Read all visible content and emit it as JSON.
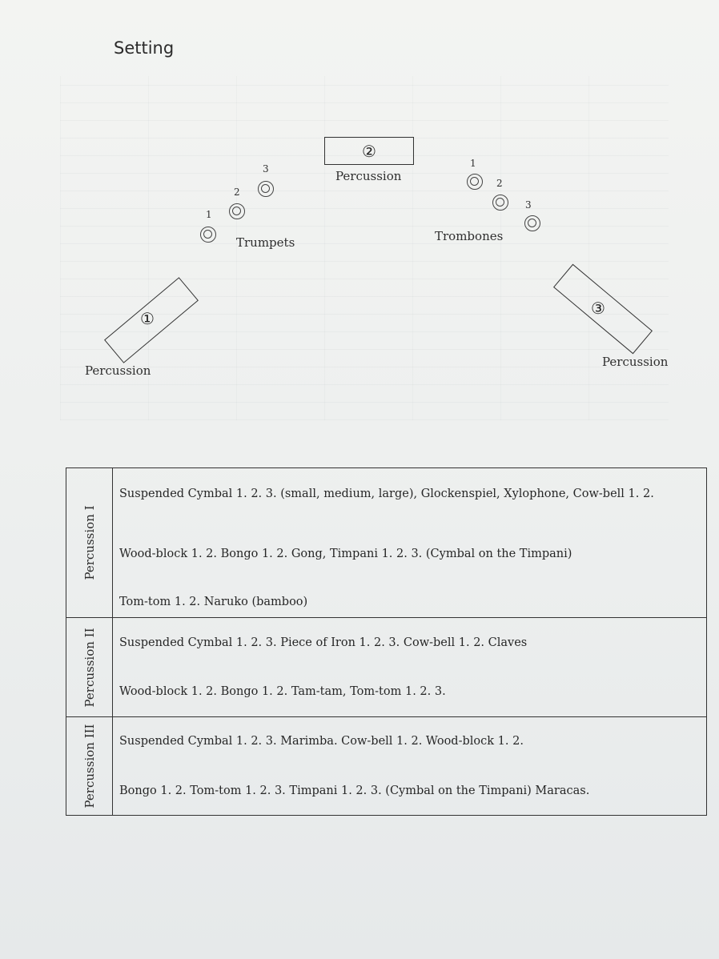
{
  "title": "Setting",
  "stage": {
    "percussion_label": "Percussion",
    "positions": [
      "①",
      "②",
      "③"
    ],
    "trumpets": {
      "label": "Trumpets",
      "numbers": [
        "1",
        "2",
        "3"
      ]
    },
    "trombones": {
      "label": "Trombones",
      "numbers": [
        "1",
        "2",
        "3"
      ]
    }
  },
  "instruments": [
    {
      "section": "Percussion I",
      "lines": [
        "Suspended Cymbal 1. 2. 3. (small, medium, large), Glockenspiel, Xylophone, Cow-bell 1. 2.",
        "Wood-block 1. 2. Bongo 1. 2. Gong, Timpani 1. 2. 3. (Cymbal on the Timpani)",
        "Tom-tom 1. 2. Naruko (bamboo)"
      ]
    },
    {
      "section": "Percussion II",
      "lines": [
        "Suspended Cymbal 1. 2. 3. Piece of Iron 1. 2. 3. Cow-bell 1. 2. Claves",
        "Wood-block 1. 2. Bongo 1. 2. Tam-tam, Tom-tom 1. 2. 3."
      ]
    },
    {
      "section": "Percussion III",
      "lines": [
        "Suspended Cymbal 1. 2. 3. Marimba. Cow-bell 1. 2. Wood-block 1. 2.",
        "Bongo 1. 2. Tom-tom 1. 2. 3. Timpani 1. 2. 3. (Cymbal on the Timpani) Maracas."
      ]
    }
  ]
}
